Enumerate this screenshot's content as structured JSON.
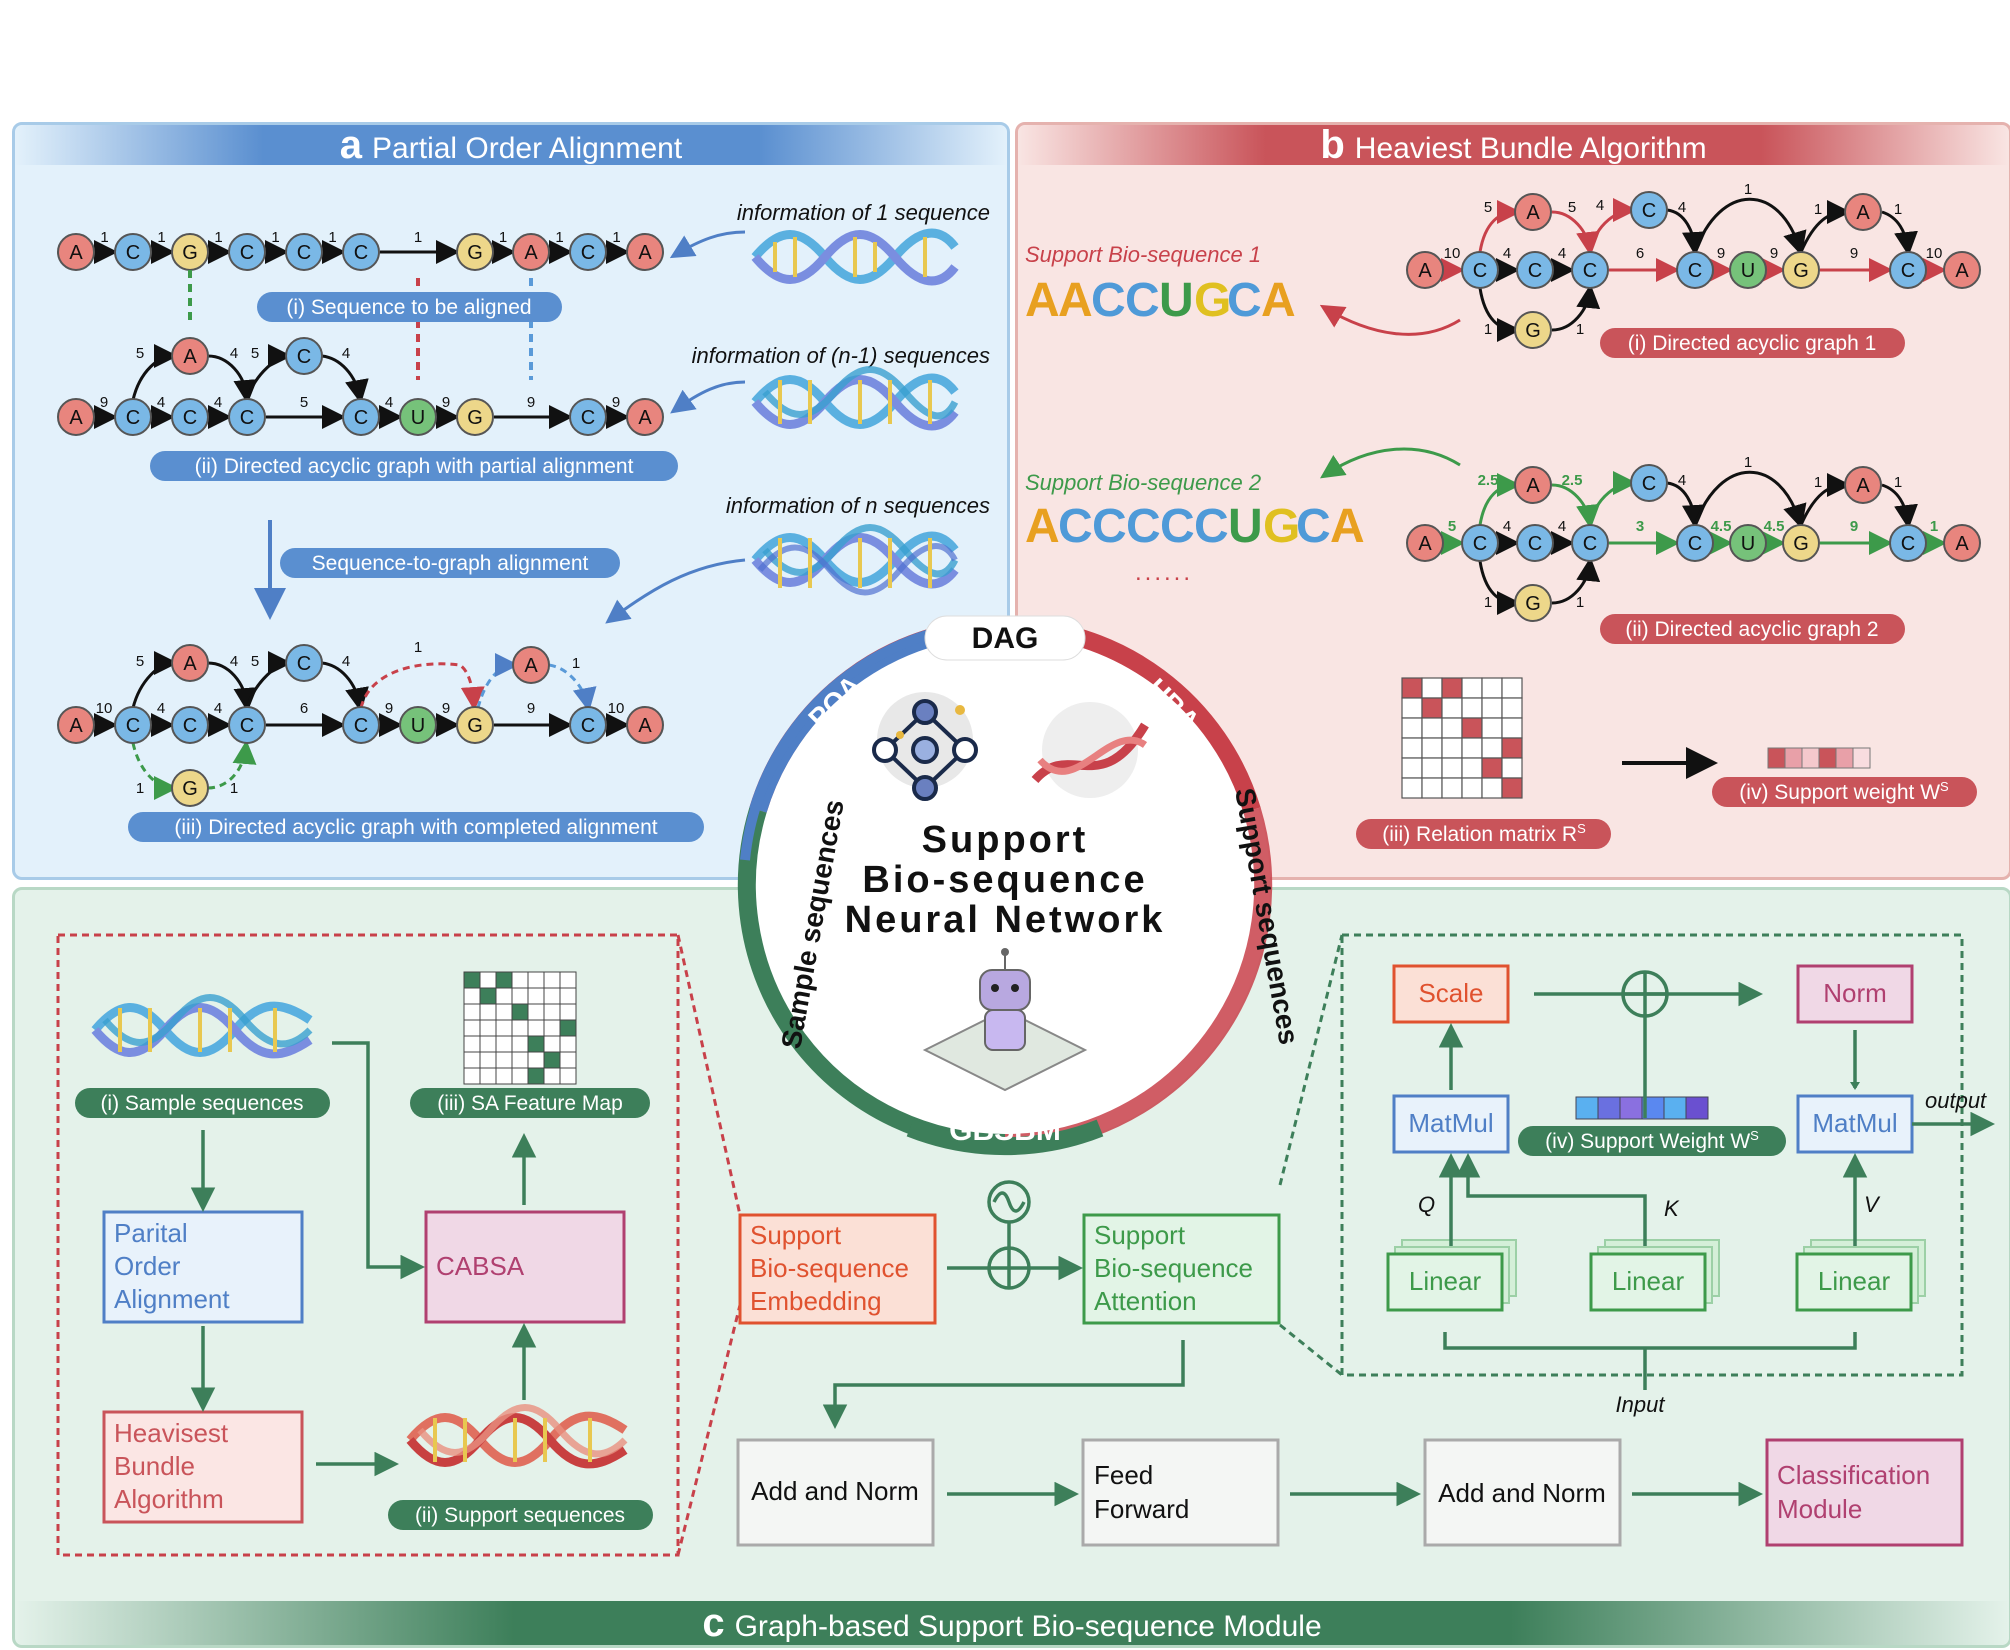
{
  "panel_a": {
    "letter": "a",
    "title": "Partial Order Alignment",
    "info1": "information of 1 sequence",
    "info2": "information of (n-1) sequences",
    "info3": "information of n sequences",
    "cap1": "(i) Sequence to be aligned",
    "cap2": "(ii) Directed acyclic graph with partial alignment",
    "cap3": "(iii) Directed acyclic graph with completed alignment",
    "seq2graph": "Sequence-to-graph alignment",
    "row1": {
      "nodes": [
        "A",
        "C",
        "G",
        "C",
        "C",
        "C",
        "G",
        "A",
        "C",
        "A"
      ],
      "weights": [
        "1",
        "1",
        "1",
        "1",
        "1",
        "1",
        "1",
        "1",
        "1"
      ]
    },
    "row2": {
      "nodes": [
        "A",
        "C",
        "C",
        "C",
        "A",
        "C",
        "C",
        "U",
        "G",
        "C",
        "A"
      ],
      "weights": [
        "9",
        "4",
        "4",
        "5",
        "4",
        "5",
        "4",
        "9",
        "9",
        "9",
        "9"
      ]
    },
    "row3": {
      "nodes": [
        "A",
        "C",
        "C",
        "C",
        "A",
        "C",
        "G",
        "C",
        "U",
        "G",
        "A",
        "C",
        "A"
      ],
      "weights": [
        "10",
        "4",
        "4",
        "5",
        "4",
        "5",
        "4",
        "6",
        "9",
        "9",
        "1",
        "1",
        "9",
        "10",
        "1",
        "1"
      ]
    }
  },
  "panel_b": {
    "letter": "b",
    "title": "Heaviest Bundle Algorithm",
    "support1_label": "Support Bio-sequence 1",
    "support1_seq": "AACCUGCA",
    "support2_label": "Support Bio-sequence 2",
    "support2_seq": "ACCCCCUGCA",
    "ellipsis": "......",
    "cap1": "(i) Directed acyclic graph 1",
    "cap2": "(ii) Directed acyclic graph 2",
    "cap3": "(iii) Relation matrix R",
    "cap3_sup": "S",
    "cap4": "(iv) Support weight W",
    "cap4_sup": "S",
    "graph1_weights": [
      "10",
      "5",
      "5",
      "4",
      "4",
      "6",
      "4",
      "1",
      "9",
      "9",
      "9",
      "1",
      "1",
      "10",
      "1",
      "1"
    ],
    "graph2_weights": [
      "5",
      "2.5",
      "2.5",
      "4",
      "4",
      "3",
      "4",
      "4.5",
      "4.5",
      "4.5",
      "9",
      "1",
      "1",
      "1",
      "1",
      "1"
    ]
  },
  "center": {
    "title_line1": "Support",
    "title_line2": "Bio-sequence",
    "title_line3": "Neural Network",
    "dag": "DAG",
    "poa": "POA",
    "hba": "HBA",
    "gbsbm": "GBSBM",
    "left_arc": "Sample sequences",
    "right_arc": "Support sequences"
  },
  "panel_c": {
    "letter": "c",
    "title": "Graph-based Support Bio-sequence Module",
    "sample_seq": "(i) Sample sequences",
    "poa_box": [
      "Parital",
      "Order",
      "Alignment"
    ],
    "hba_box": [
      "Heavisest",
      "Bundle",
      "Algorithm"
    ],
    "support_seq": "(ii) Support sequences",
    "cabsa": "CABSA",
    "sa_map": "(iii) SA Feature Map",
    "embed_box": [
      "Support",
      "Bio-sequence",
      "Embedding"
    ],
    "attn_box": [
      "Support",
      "Bio-sequence",
      "Attention"
    ],
    "scale": "Scale",
    "norm": "Norm",
    "matmul": "MatMul",
    "linear": "Linear",
    "support_weight": "(iv) Support Weight W",
    "support_weight_sup": "S",
    "q": "Q",
    "k": "K",
    "v": "V",
    "input": "Input",
    "output": "output",
    "add_norm": "Add and Norm",
    "feed_forward": [
      "Feed",
      "Forward"
    ],
    "classification": [
      "Classification",
      "Module"
    ]
  },
  "colors": {
    "A": "#e8857e",
    "C": "#7ab8e6",
    "G": "#edd78a",
    "U": "#76c27a",
    "blue": "#4f7fc6",
    "red": "#c8414a",
    "green": "#3d7f5a",
    "orange": "#e0522f"
  }
}
